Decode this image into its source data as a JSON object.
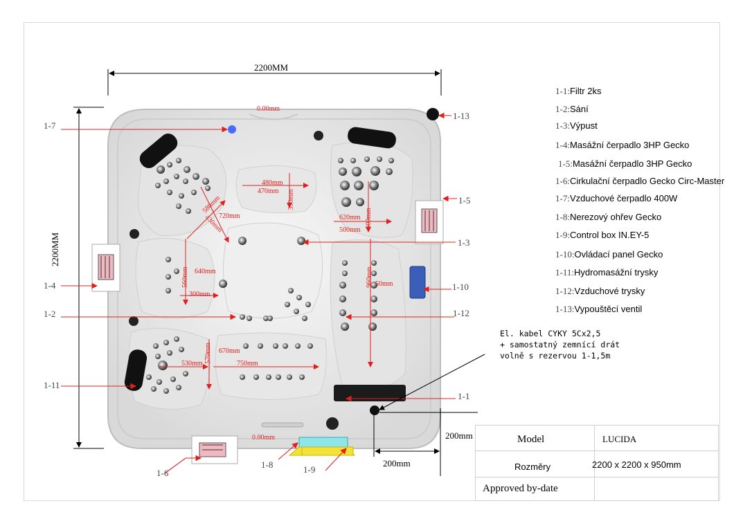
{
  "dimensions": {
    "width": "2200MM",
    "height": "2200MM",
    "clearance_right": "200mm",
    "clearance_bottom": "200mm",
    "inner": {
      "d480": "480mm",
      "d470": "470mm",
      "d390": "390mm",
      "d580": "580mm",
      "d720": "720mm",
      "d430": "430mm",
      "d620": "620mm",
      "d500": "500mm",
      "d600": "600mm",
      "d960": "960mm",
      "d50": "50mm",
      "d640": "640mm",
      "d560": "560mm",
      "d300": "300mm",
      "d670": "670mm",
      "d570": "570mm",
      "d530": "530mm",
      "d750": "750mm",
      "top_0": "0.00mm",
      "bottom_0": "0.00mm"
    }
  },
  "legend": [
    {
      "code": "1-1:",
      "label": "Filtr 2ks"
    },
    {
      "code": "1-2:",
      "label": "Sání"
    },
    {
      "code": "1-3:",
      "label": "Výpust"
    },
    {
      "code": "1-4:",
      "label": "Masážní čerpadlo 3HP Gecko"
    },
    {
      "code": "1-5:",
      "label": "Masážní čerpadlo 3HP Gecko"
    },
    {
      "code": "1-6:",
      "label": "Cirkulační čerpadlo Gecko Circ-Master"
    },
    {
      "code": "1-7:",
      "label": "Vzduchové čerpadlo 400W"
    },
    {
      "code": "1-8:",
      "label": "Nerezový ohřev Gecko"
    },
    {
      "code": "1-9:",
      "label": "Control box IN.EY-5"
    },
    {
      "code": "1-10:",
      "label": "Ovládací panel Gecko"
    },
    {
      "code": "1-11:",
      "label": "Hydromasážní trysky"
    },
    {
      "code": "1-12:",
      "label": "Vzduchové trysky"
    },
    {
      "code": "1-13:",
      "label": "Vypouštěcí ventil"
    }
  ],
  "callouts": {
    "c1_7": "1-7",
    "c1_4": "1-4",
    "c1_2": "1-2",
    "c1_11": "1-11",
    "c1_6": "1-6",
    "c1_8": "1-8",
    "c1_9": "1-9",
    "c1_13": "1-13",
    "c1_5": "1-5",
    "c1_3": "1-3",
    "c1_10": "1-10",
    "c1_12": "1-12",
    "c1_1": "1-1"
  },
  "cable_note": "El. kabel CYKY 5Cx2,5\n+ samostatný zemnící drát\nvolně s rezervou 1-1,5m",
  "title_block": {
    "model_label": "Model",
    "model_value": "LUCIDA",
    "size_label": "Rozměry",
    "size_value": "2200 x 2200 x 950mm",
    "approved_label": "Approved by-date"
  },
  "colors": {
    "dimension_red": "#e0201f",
    "tub_shell": "#ececec",
    "headrest": "#111111",
    "heater_yellow": "#f3e23a",
    "control_box_cyan": "#8fe6ea",
    "air_pump_blue": "#4a6bff"
  }
}
